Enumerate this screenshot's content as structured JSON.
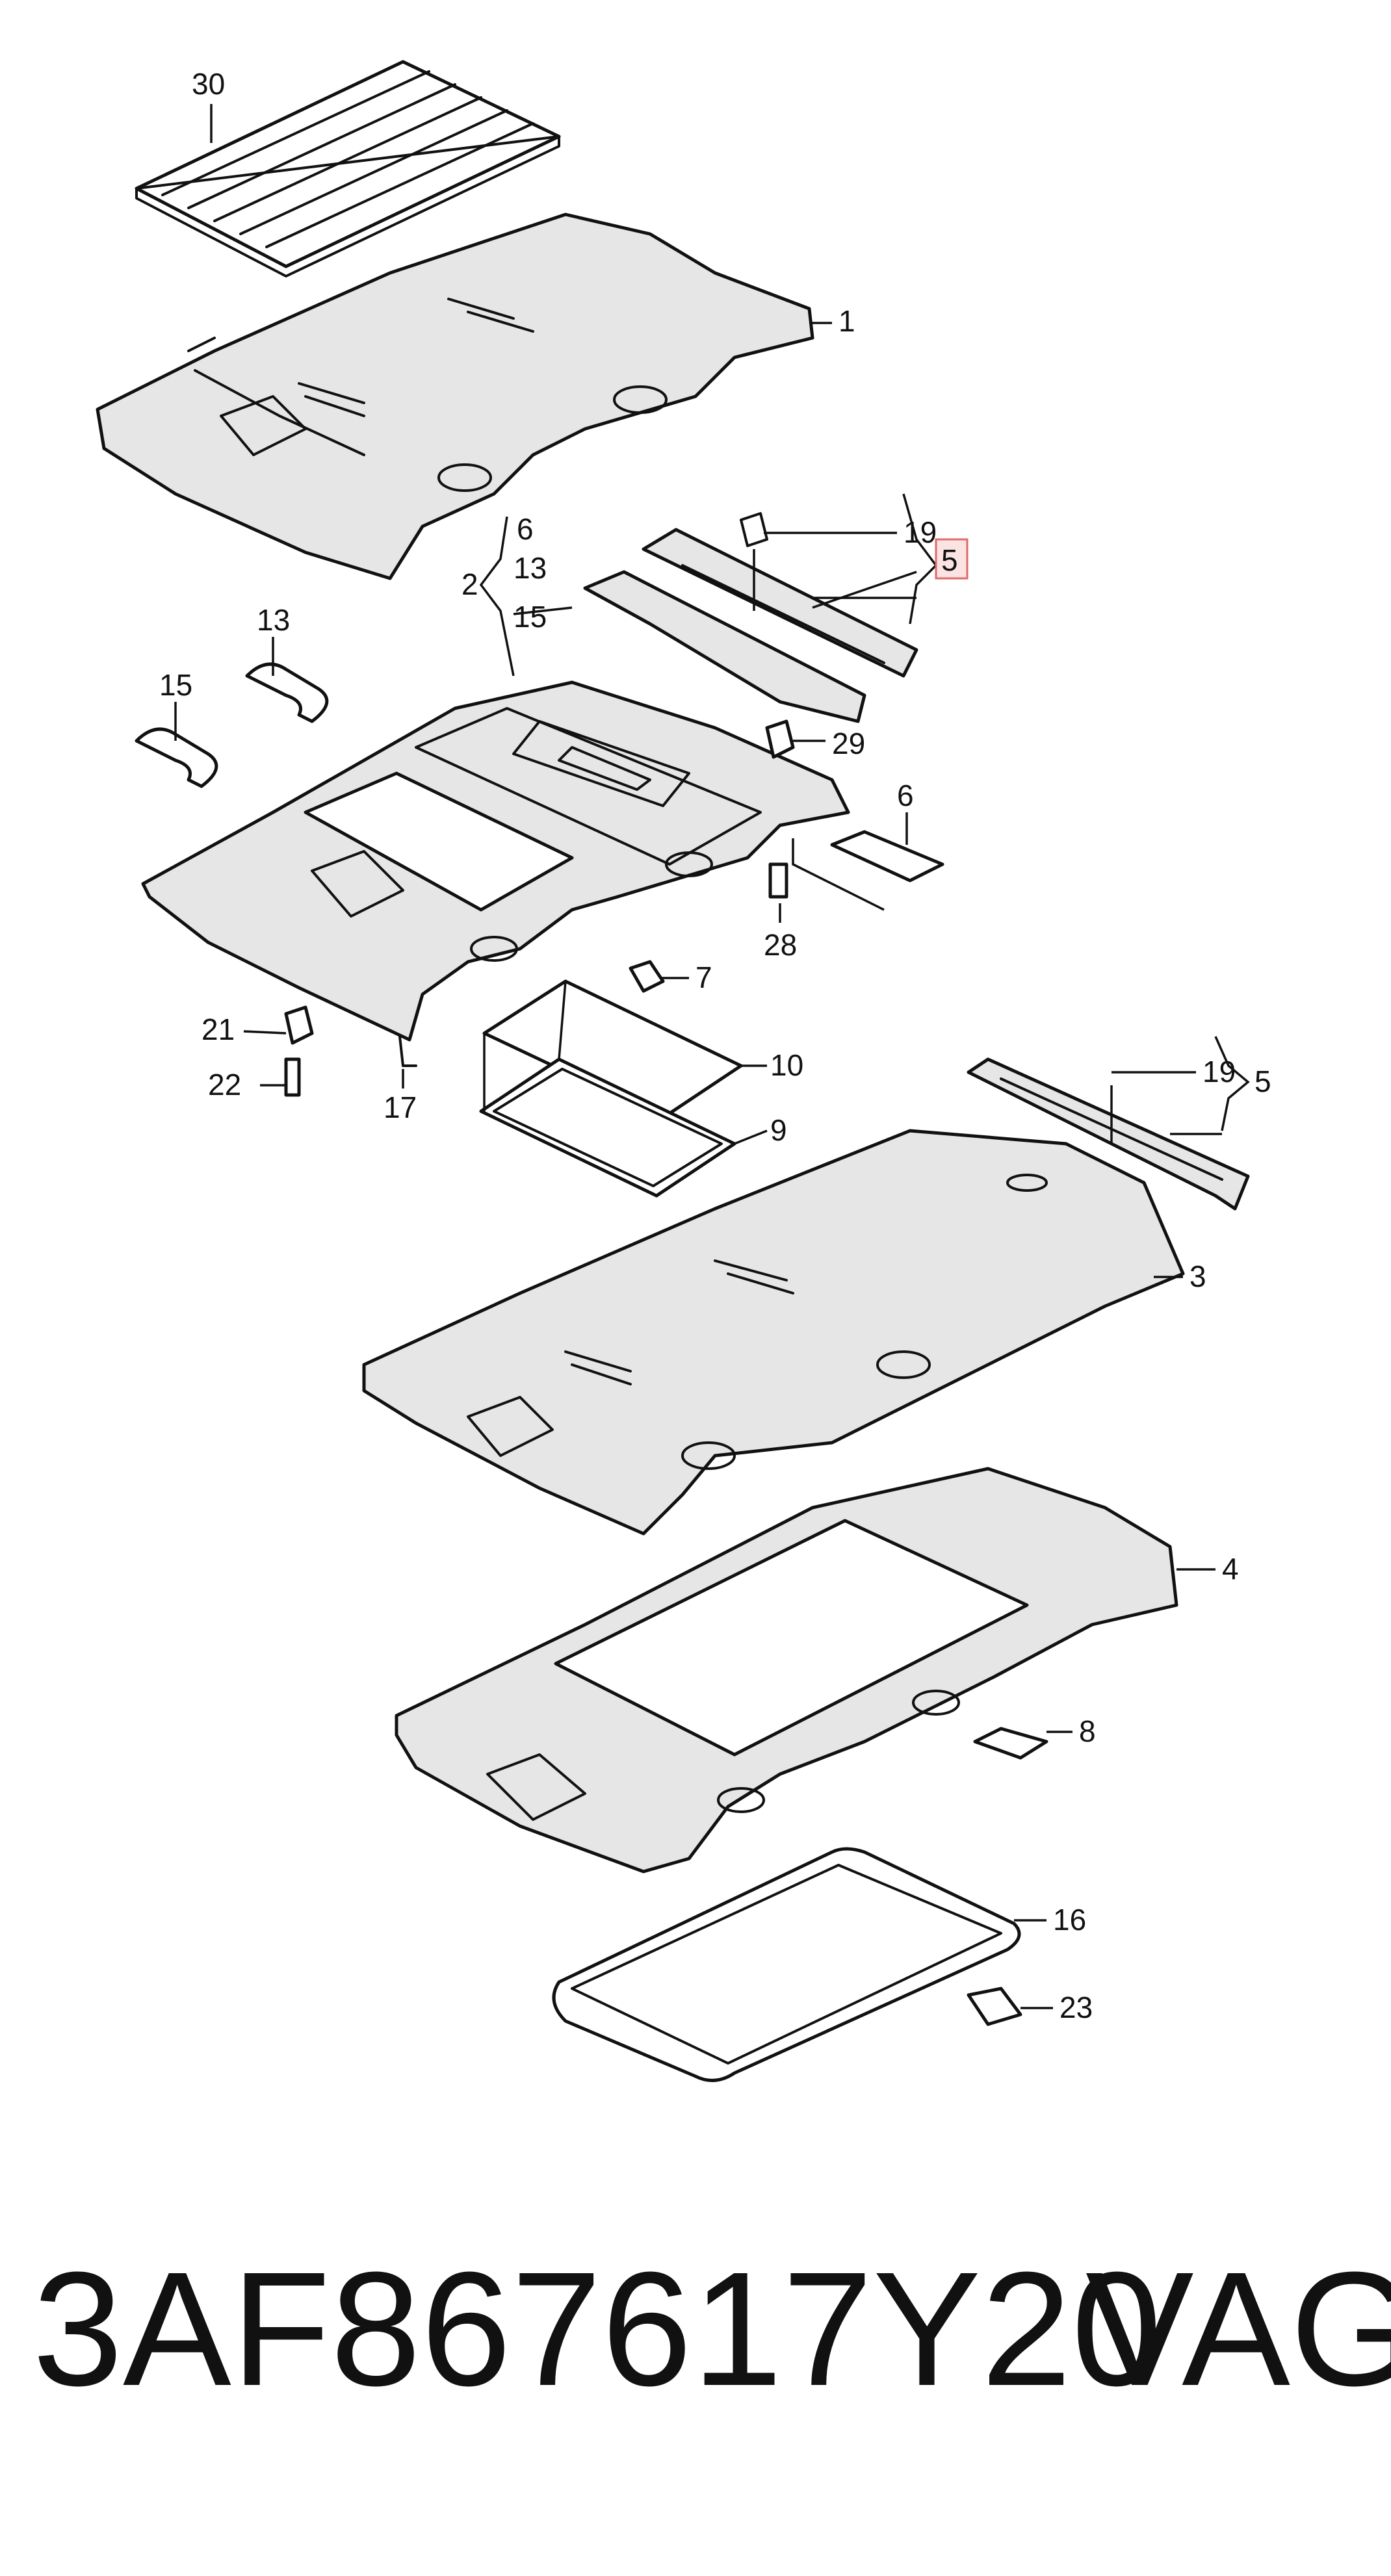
{
  "diagram": {
    "callouts": [
      {
        "id": "c30",
        "label": "30"
      },
      {
        "id": "c1",
        "label": "1"
      },
      {
        "id": "c6a",
        "label": "6"
      },
      {
        "id": "c2",
        "label": "2"
      },
      {
        "id": "c13a",
        "label": "13"
      },
      {
        "id": "c15a",
        "label": "15"
      },
      {
        "id": "c19a",
        "label": "19"
      },
      {
        "id": "c5a",
        "label": "5",
        "highlighted": true
      },
      {
        "id": "c13b",
        "label": "13"
      },
      {
        "id": "c15b",
        "label": "15"
      },
      {
        "id": "c29",
        "label": "29"
      },
      {
        "id": "c6b",
        "label": "6"
      },
      {
        "id": "c28",
        "label": "28"
      },
      {
        "id": "c7",
        "label": "7"
      },
      {
        "id": "c21",
        "label": "21"
      },
      {
        "id": "c10",
        "label": "10"
      },
      {
        "id": "c22",
        "label": "22"
      },
      {
        "id": "c9",
        "label": "9"
      },
      {
        "id": "c17",
        "label": "17"
      },
      {
        "id": "c19b",
        "label": "19"
      },
      {
        "id": "c5b",
        "label": "5"
      },
      {
        "id": "c3",
        "label": "3"
      },
      {
        "id": "c4",
        "label": "4"
      },
      {
        "id": "c8",
        "label": "8"
      },
      {
        "id": "c16",
        "label": "16"
      },
      {
        "id": "c23",
        "label": "23"
      }
    ],
    "highlight_color": "#e06a6a"
  },
  "footer": {
    "part_number": "3AF867617Y20",
    "brand": "VAG"
  }
}
